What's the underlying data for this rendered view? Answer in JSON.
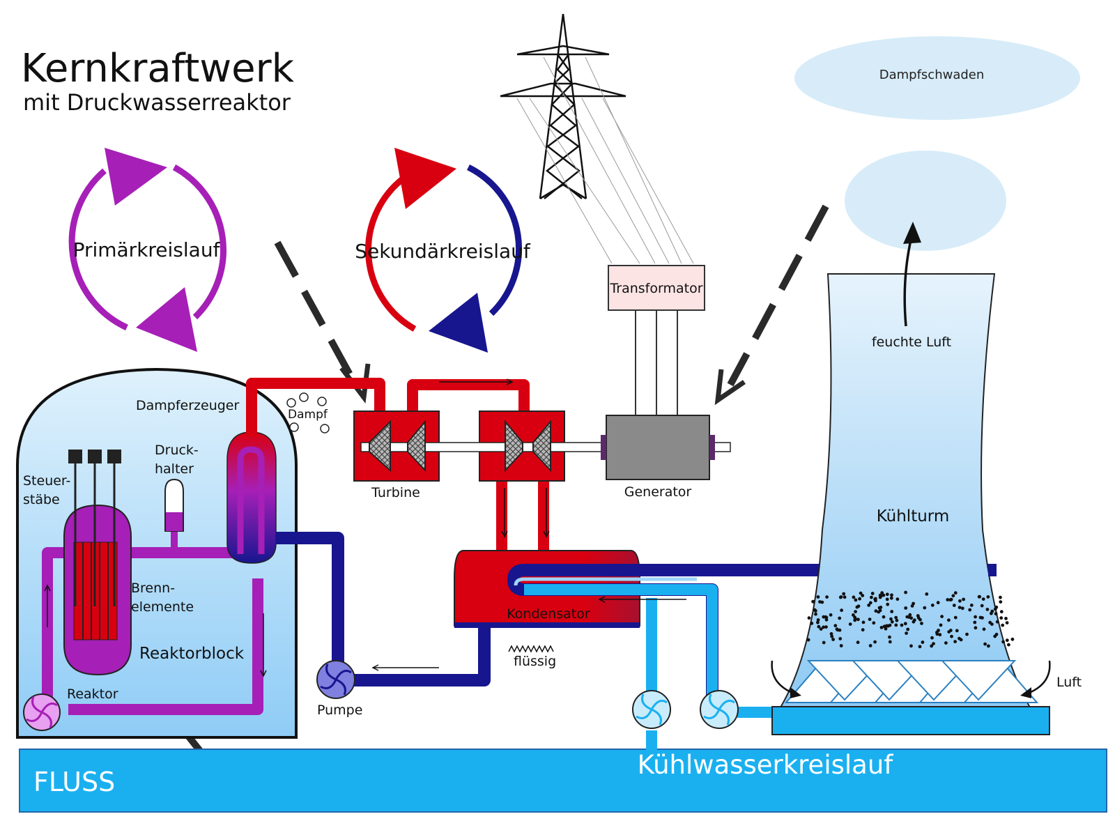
{
  "title": {
    "main": "Kernkraftwerk",
    "sub": "mit Druckwasserreaktor"
  },
  "circuits": {
    "primary": "Primärkreislauf",
    "secondary": "Sekundärkreislauf",
    "cooling": "Kühlwasserkreislauf"
  },
  "labels": {
    "steam_plume": "Dampfschwaden",
    "transformer": "Transformator",
    "steam_generator": "Dampferzeuger",
    "steam": "Dampf",
    "pressurizer": "Druck-\nhalter",
    "control_rods": "Steuer-\nstäbe",
    "fuel_elements": "Brenn-\nelemente",
    "reactor_block": "Reaktorblock",
    "reactor": "Reaktor",
    "turbine": "Turbine",
    "generator": "Generator",
    "condenser": "Kondensator",
    "liquid": "flüssig",
    "pump": "Pumpe",
    "cooling_tower": "Kühlturm",
    "moist_air": "feuchte Luft",
    "air": "Luft",
    "river": "FLUSS"
  },
  "colors": {
    "primary": "#a61fb7",
    "steam": "#d80010",
    "water": "#17168f",
    "cooling": "#1ab0f0",
    "containment": "#9fd6f8",
    "generator": "#8a8a8a",
    "transformer": "#fce4e4",
    "plume": "#d7ecf8"
  }
}
